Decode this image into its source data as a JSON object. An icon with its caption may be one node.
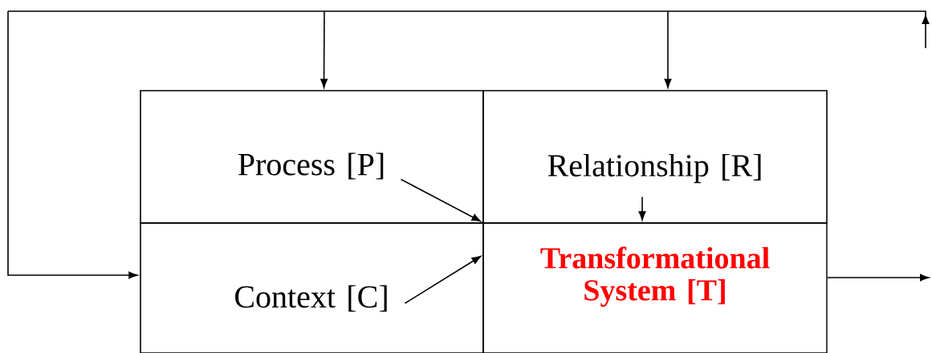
{
  "diagram": {
    "nodes": [
      {
        "text": [
          "Process [P]"
        ]
      },
      {
        "text": [
          "Relationship [R]"
        ]
      },
      {
        "text": [
          "Context [C]"
        ]
      },
      {
        "text": [
          "Transformational System [T]"
        ]
      }
    ],
    "edges": [
      {
        "from": 0,
        "to": 3,
        "arrow": "to"
      },
      {
        "from": 1,
        "to": 3,
        "arrow": "to"
      },
      {
        "from": 2,
        "to": 3,
        "arrow": "to"
      },
      {
        "from": 3,
        "to": null,
        "arrow": "to"
      },
      {
        "from": null,
        "to": 0,
        "arrow": "to"
      },
      {
        "from": null,
        "to": 1,
        "arrow": "to"
      },
      {
        "from": null,
        "to": 2,
        "arrow": "to"
      }
    ]
  }
}
